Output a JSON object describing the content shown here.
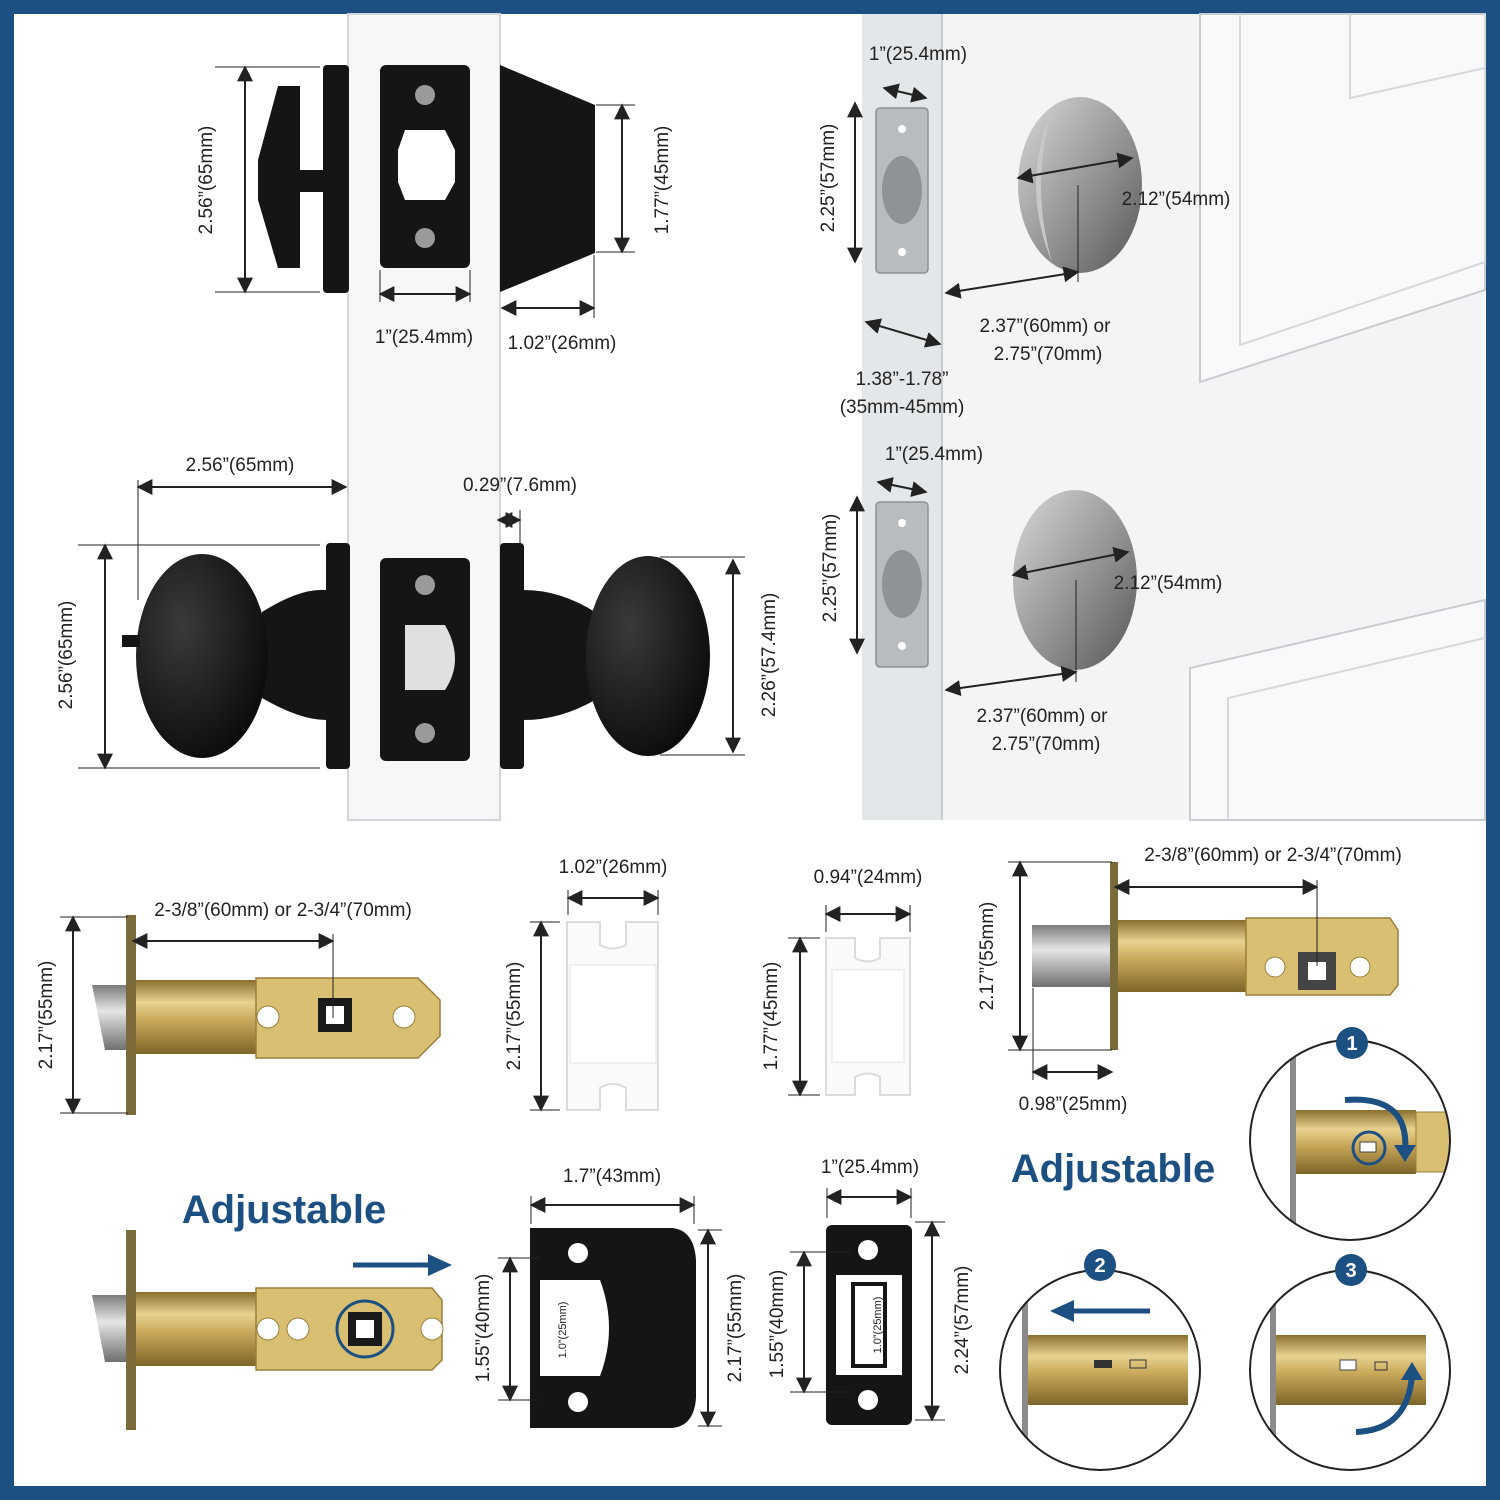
{
  "colors": {
    "frame_border": "#1c4f82",
    "accent_blue": "#1c4f82",
    "lock_black": "#151515",
    "brass": "#c9a85a",
    "door_white": "#f2f4f6"
  },
  "icons": [
    "arrow-right-icon",
    "arrow-left-icon",
    "rotate-arrow-icon"
  ],
  "deadbolt": {
    "height": "2.56”(65mm)",
    "cylinder_height": "1.77”(45mm)",
    "strike_width": "1”(25.4mm)",
    "cylinder_depth": "1.02”(26mm)"
  },
  "knob": {
    "projection": "2.56”(65mm)",
    "rose_gap": "0.29”(7.6mm)",
    "height": "2.56”(65mm)",
    "knob_diameter": "2.26”(57.4mm)"
  },
  "door_top": {
    "plate_width": "1”(25.4mm)",
    "plate_height": "2.25”(57mm)",
    "bore_diameter": "2.12”(54mm)",
    "backset_line1": "2.37”(60mm) or",
    "backset_line2": "2.75”(70mm)",
    "thickness_line1": "1.38”-1.78”",
    "thickness_line2": "(35mm-45mm)"
  },
  "door_bottom": {
    "plate_width": "1”(25.4mm)",
    "plate_height": "2.25”(57mm)",
    "bore_diameter": "2.12”(54mm)",
    "backset_line1": "2.37”(60mm) or",
    "backset_line2": "2.75”(70mm)"
  },
  "latch": {
    "backset": "2-3/8”(60mm) or 2-3/4”(70mm)",
    "height": "2.17”(55mm)"
  },
  "bolt": {
    "backset": "2-3/8”(60mm) or 2-3/4”(70mm)",
    "height": "2.17”(55mm)",
    "throw": "0.98”(25mm)"
  },
  "box_plate_large": {
    "width": "1.02”(26mm)",
    "height": "2.17”(55mm)"
  },
  "box_plate_small": {
    "width": "0.94”(24mm)",
    "height": "1.77”(45mm)"
  },
  "strike_large": {
    "width": "1.7”(43mm)",
    "inner_height": "1.55”(40mm)",
    "outer_height": "2.17”(55mm)",
    "opening": "1.0”(25mm)"
  },
  "strike_small": {
    "width": "1”(25.4mm)",
    "inner_height": "1.55”(40mm)",
    "outer_height": "2.24”(57mm)",
    "opening": "1.0”(25mm)"
  },
  "labels": {
    "adjustable": "Adjustable"
  },
  "steps": [
    "1",
    "2",
    "3"
  ]
}
